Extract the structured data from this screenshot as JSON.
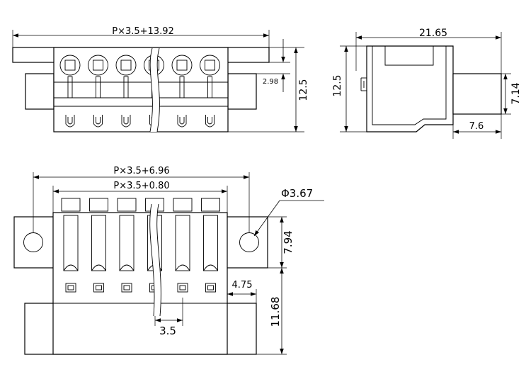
{
  "dimensions": {
    "front_width": "P×3.5+13.92",
    "front_height": "12.5",
    "pin_offset": "2.98",
    "side_width": "21.65",
    "side_height": "12.5",
    "side_plug_height": "7.14",
    "side_plug_depth": "7.6",
    "bottom_outer_width": "P×3.5+6.96",
    "bottom_inner_width": "P×3.5+0.80",
    "hole_diameter": "Φ3.67",
    "hole_height": "7.94",
    "flange_width": "4.75",
    "lower_height": "11.68",
    "pitch": "3.5"
  }
}
